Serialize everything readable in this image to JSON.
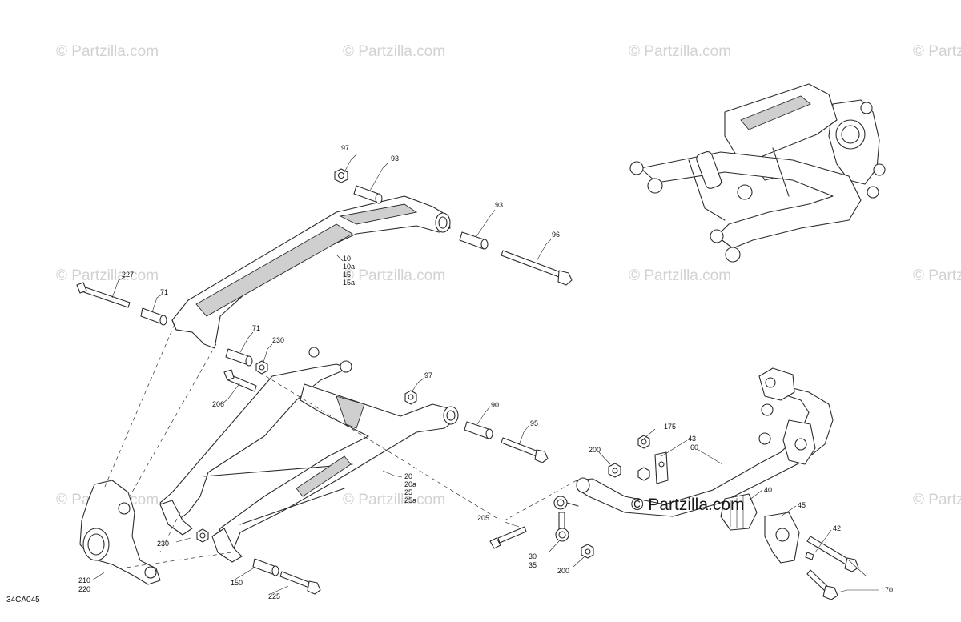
{
  "watermark": {
    "text": "© Partzilla.com",
    "featured_text": "© Partzilla.com"
  },
  "figure_id": "34CA045",
  "callouts": {
    "c97a": "97",
    "c93a": "93",
    "c93b": "93",
    "c96": "96",
    "c10": "10",
    "c10a": "10a",
    "c15": "15",
    "c15a": "15a",
    "c227": "227",
    "c71a": "71",
    "c71b": "71",
    "c230a": "230",
    "c206": "206",
    "c97b": "97",
    "c90": "90",
    "c95": "95",
    "c20": "20",
    "c20a": "20a",
    "c25": "25",
    "c25a": "25a",
    "c230b": "230",
    "c150": "150",
    "c225": "225",
    "c210": "210",
    "c220": "220",
    "c175": "175",
    "c43": "43",
    "c200a": "200",
    "c60": "60",
    "c40": "40",
    "c45": "45",
    "c42": "42",
    "c205": "205",
    "c30": "30",
    "c35": "35",
    "c200b": "200",
    "c170": "170"
  },
  "colors": {
    "line": "#2b2b2b",
    "watermark": "#d2d2d2",
    "shade": "#cfcfcf"
  }
}
